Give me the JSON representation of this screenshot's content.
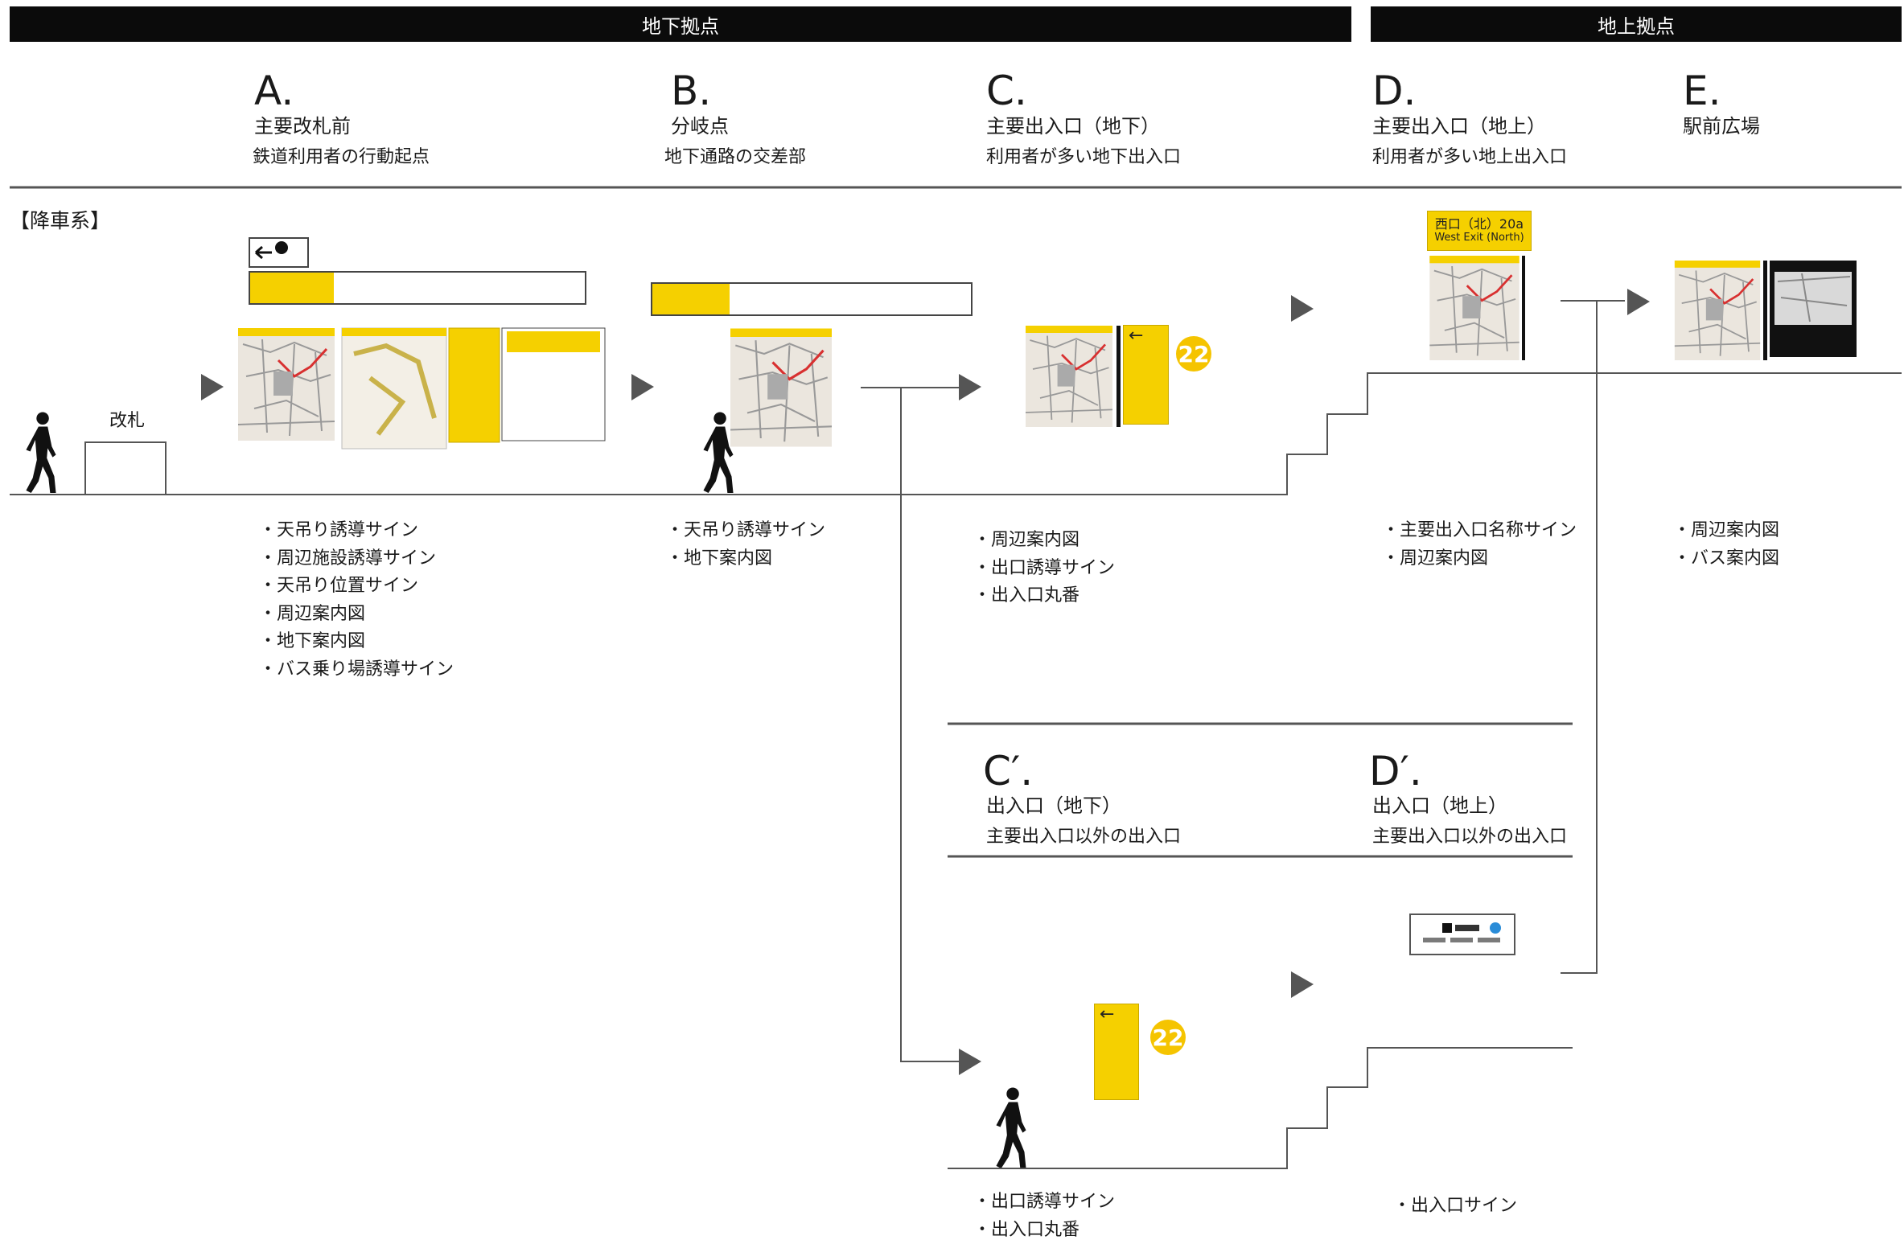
{
  "header": {
    "underground_band": "地下拠点",
    "ground_band": "地上拠点"
  },
  "columns": [
    {
      "letter": "A.",
      "title": "主要改札前",
      "desc": "鉄道利用者の行動起点"
    },
    {
      "letter": "B.",
      "title": "分岐点",
      "desc": "地下通路の交差部"
    },
    {
      "letter": "C.",
      "title": "主要出入口（地下）",
      "desc": "利用者が多い地下出入口"
    },
    {
      "letter": "D.",
      "title": "主要出入口（地上）",
      "desc": "利用者が多い地上出入口"
    },
    {
      "letter": "E.",
      "title": "駅前広場",
      "desc": ""
    }
  ],
  "sub_columns": [
    {
      "letter": "C′.",
      "title": "出入口（地下）",
      "desc": "主要出入口以外の出入口"
    },
    {
      "letter": "D′.",
      "title": "出入口（地上）",
      "desc": "主要出入口以外の出入口"
    }
  ],
  "section_label": "【降車系】",
  "gate_label": "改札",
  "items": {
    "A": [
      "天吊り誘導サイン",
      "周辺施設誘導サイン",
      "天吊り位置サイン",
      "周辺案内図",
      "地下案内図",
      "バス乗り場誘導サイン"
    ],
    "B": [
      "天吊り誘導サイン",
      "地下案内図"
    ],
    "C": [
      "周辺案内図",
      "出口誘導サイン",
      "出入口丸番"
    ],
    "D": [
      "主要出入口名称サイン",
      "周辺案内図"
    ],
    "E": [
      "周辺案内図",
      "バス案内図"
    ],
    "C2": [
      "出口誘導サイン",
      "出入口丸番"
    ],
    "D2": [
      "出入口サイン"
    ]
  },
  "badges": {
    "exit_number": "22"
  },
  "exit_sign": {
    "jp": "西口（北）20a",
    "en": "West Exit (North)"
  },
  "colors": {
    "band": "#0b0b0b",
    "sign_yellow": "#f5d000",
    "badge": "#f5c400",
    "line": "#555555"
  }
}
